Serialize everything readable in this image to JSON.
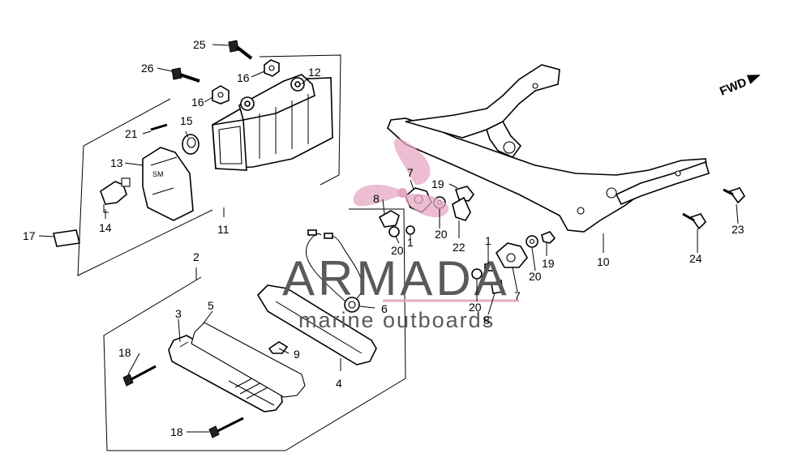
{
  "watermark": {
    "brand": "ARMADA",
    "tagline": "marine outboards",
    "logo_color": "#e7a7c3"
  },
  "direction_marker": "FWD",
  "callouts": {
    "p1a": "1",
    "p1b": "1",
    "p2": "2",
    "p3": "3",
    "p4": "4",
    "p5": "5",
    "p6": "6",
    "p7a": "7",
    "p7b": "7",
    "p8a": "8",
    "p8b": "8",
    "p9": "9",
    "p10": "10",
    "p11": "11",
    "p12": "12",
    "p13": "13",
    "p14": "14",
    "p15": "15",
    "p16a": "16",
    "p16b": "16",
    "p17": "17",
    "p18a": "18",
    "p18b": "18",
    "p19a": "19",
    "p19b": "19",
    "p20a": "20",
    "p20b": "20",
    "p20c": "20",
    "p20d": "20",
    "p21": "21",
    "p22": "22",
    "p23": "23",
    "p24": "24",
    "p25": "25",
    "p26": "26"
  }
}
